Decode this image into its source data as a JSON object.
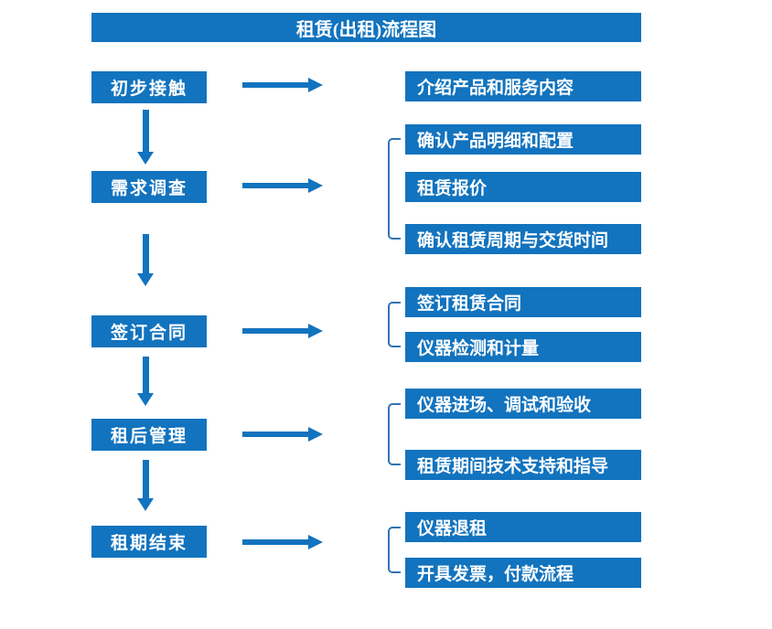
{
  "title": "租赁(出租)流程图",
  "colors": {
    "primary": "#1273BE",
    "bracket": "#2E74B5",
    "text": "#FFFFFF",
    "background": "#FFFFFF"
  },
  "stages": [
    {
      "label": "初步接触",
      "outputs": [
        "介绍产品和服务内容"
      ]
    },
    {
      "label": "需求调查",
      "outputs": [
        "确认产品明细和配置",
        "租赁报价",
        "确认租赁周期与交货时间"
      ]
    },
    {
      "label": "签订合同",
      "outputs": [
        "签订租赁合同",
        "仪器检测和计量"
      ]
    },
    {
      "label": "租后管理",
      "outputs": [
        "仪器进场、调试和验收",
        "租赁期间技术支持和指导"
      ]
    },
    {
      "label": "租期结束",
      "outputs": [
        "仪器退租",
        "开具发票，付款流程"
      ]
    }
  ]
}
